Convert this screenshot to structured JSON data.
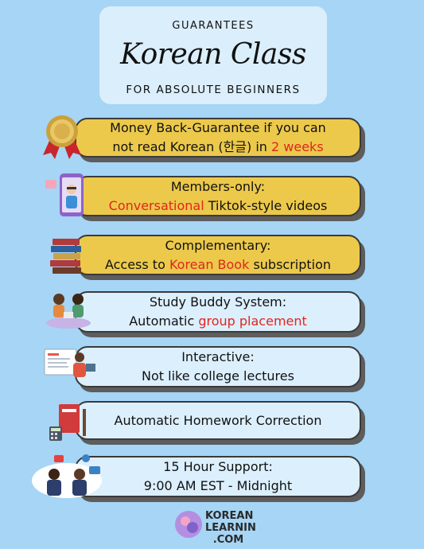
{
  "header": {
    "kicker": "GUARANTEES",
    "title": "Korean Class",
    "subtitle": "FOR ABSOLUTE BEGINNERS"
  },
  "cards": [
    {
      "line1": "Money Back-Guarantee if you can",
      "line2_pre": "not read Korean (한글) in ",
      "line2_highlight": "2 weeks",
      "line2_post": "",
      "icon": "gold-medal-icon"
    },
    {
      "line1": "Members-only:",
      "line2_pre": "",
      "line2_highlight": "Conversational",
      "line2_post": " Tiktok-style videos",
      "icon": "phone-video-icon"
    },
    {
      "line1": "Complementary:",
      "line2_pre": "Access to ",
      "line2_highlight": "Korean Book",
      "line2_post": " subscription",
      "icon": "book-stack-icon"
    },
    {
      "line1": "Study Buddy System:",
      "line2_pre": "Automatic ",
      "line2_highlight": "group placement",
      "line2_post": "",
      "icon": "study-buddies-icon"
    },
    {
      "line1": "Interactive:",
      "line2_pre": "Not like college lectures",
      "line2_highlight": "",
      "line2_post": "",
      "icon": "online-teacher-icon"
    },
    {
      "line1": "Automatic Homework Correction",
      "icon": "notebook-calculator-icon"
    },
    {
      "line1": "15 Hour Support:",
      "line2_pre": "9:00 AM EST - Midnight",
      "line2_highlight": "",
      "line2_post": "",
      "icon": "support-agents-icon"
    }
  ],
  "logo": {
    "line1": "KOREAN",
    "line2": "LEARNIN",
    "line3": ".COM"
  },
  "colors": {
    "background": "#a6d5f6",
    "gold_card": "#ecc94b",
    "light_card": "#dceffd",
    "highlight": "#e0261f"
  }
}
